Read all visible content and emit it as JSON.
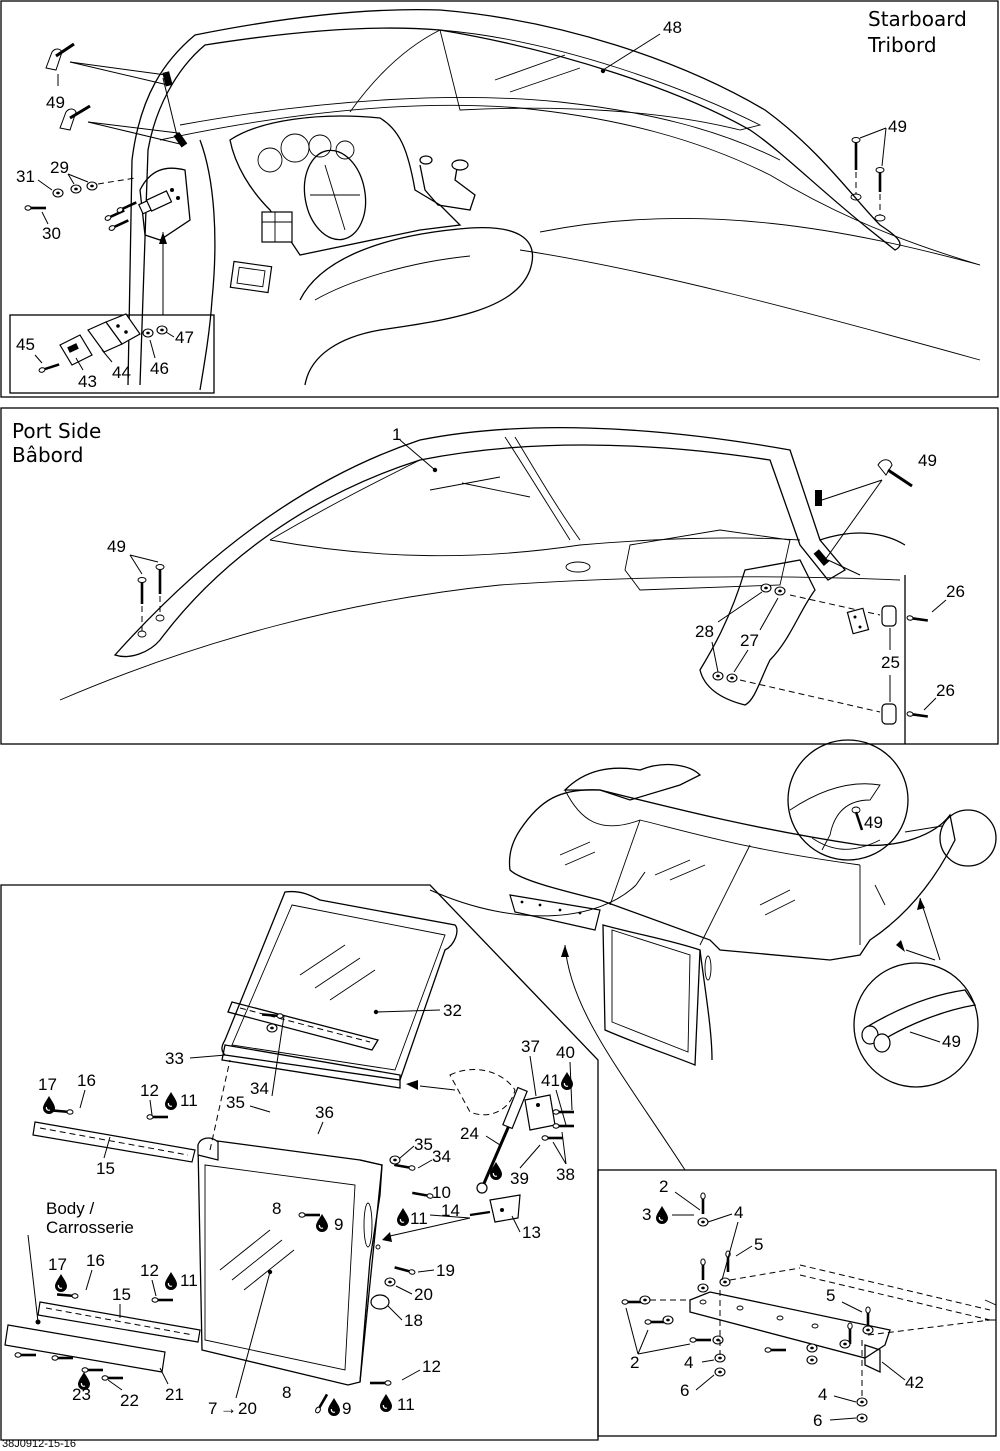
{
  "panels": {
    "starboard": {
      "title_line1": "Starboard",
      "title_line2": "Tribord"
    },
    "port": {
      "title_line1": "Port Side",
      "title_line2": "Bâbord"
    },
    "body_note": {
      "line1": "Body /",
      "line2": "Carrosserie"
    }
  },
  "drop_icon": "oil-drop-icon",
  "arrow_glyph": "→",
  "callouts": {
    "c48": "48",
    "c49a": "49",
    "c49b": "49",
    "c31": "31",
    "c29": "29",
    "c30": "30",
    "c45": "45",
    "c43": "43",
    "c44": "44",
    "c46": "46",
    "c47": "47",
    "c1": "1",
    "c49c": "49",
    "c49d": "49",
    "c26a": "26",
    "c26b": "26",
    "c25": "25",
    "c27": "27",
    "c28": "28",
    "c49e": "49",
    "c49f": "49",
    "c32": "32",
    "c33": "33",
    "c17a": "17",
    "c16a": "16",
    "c12a": "12",
    "c11a": "11",
    "c34a": "34",
    "c35a": "35",
    "c36": "36",
    "c15a": "15",
    "c37": "37",
    "c40": "40",
    "c41": "41",
    "c24": "24",
    "c38": "38",
    "c39": "39",
    "c35b": "35",
    "c34b": "34",
    "c10": "10",
    "c11b": "11",
    "c8a": "8",
    "c9a": "9",
    "c14": "14",
    "c13": "13",
    "c17b": "17",
    "c16b": "16",
    "c12b": "12",
    "c11c": "11",
    "c15b": "15",
    "c19": "19",
    "c20": "20",
    "c18": "18",
    "c12c": "12",
    "c11d": "11",
    "c8b": "8",
    "c9b": "9",
    "c7": "7",
    "c20b": "20",
    "c23": "23",
    "c22": "22",
    "c21": "21",
    "c2a": "2",
    "c3": "3",
    "c4a": "4",
    "c5a": "5",
    "c5b": "5",
    "c2b": "2",
    "c4b": "4",
    "c6a": "6",
    "c42": "42",
    "c4c": "4",
    "c6b": "6"
  },
  "footer": {
    "code": "38J0912-15-16"
  }
}
